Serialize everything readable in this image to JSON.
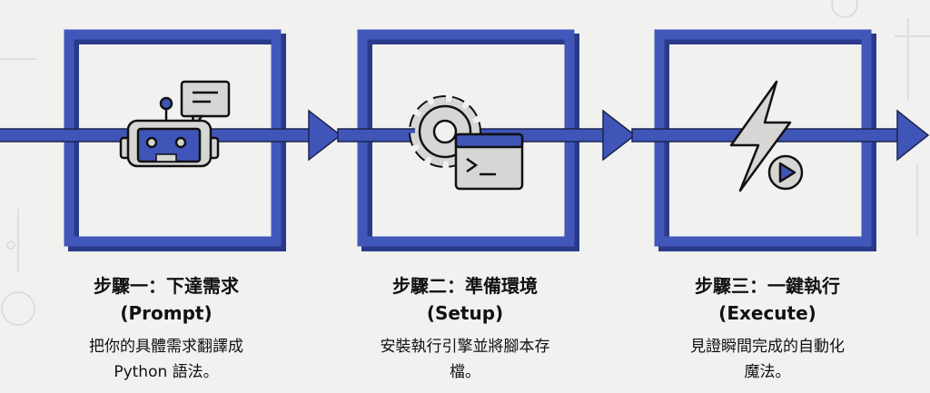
{
  "colors": {
    "accent": "#3f55b8",
    "background": "#f1f1ef",
    "icon_gray": "#d6d6d4"
  },
  "steps": [
    {
      "title": "步驟一：下達需求",
      "subtitle": "(Prompt)",
      "desc_line1": "把你的具體需求翻譯成",
      "desc_line2": "Python 語法。",
      "icon": "robot-chat-icon"
    },
    {
      "title": "步驟二：準備環境",
      "subtitle": "(Setup)",
      "desc_line1": "安裝執行引擎並將腳本存",
      "desc_line2": "檔。",
      "icon": "gear-terminal-icon"
    },
    {
      "title": "步驟三：一鍵執行",
      "subtitle": "(Execute)",
      "desc_line1": "見證瞬間完成的自動化",
      "desc_line2": "魔法。",
      "icon": "lightning-play-icon"
    }
  ]
}
